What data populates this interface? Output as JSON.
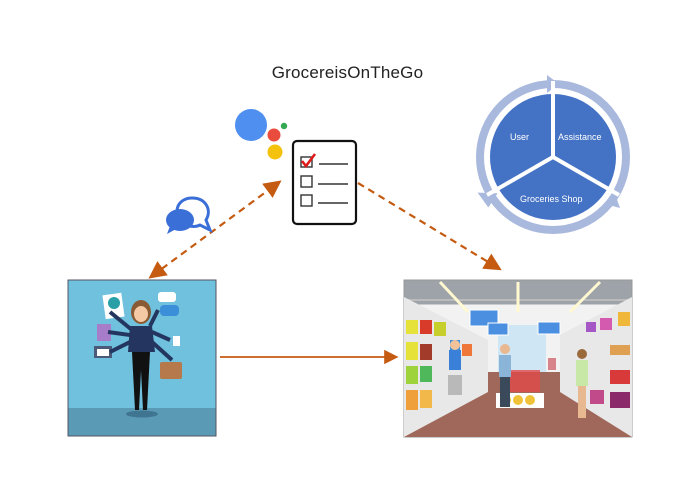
{
  "title": "GrocereisOnTheGo",
  "cycle": {
    "segments": [
      {
        "label": "User"
      },
      {
        "label": "Assistance"
      },
      {
        "label": "Groceries Shop"
      }
    ],
    "colors": {
      "fill": "#4472c4",
      "ring": "#a9b9de"
    }
  },
  "icons": {
    "assistant": "google-assistant-dots-icon",
    "checklist": "checklist-icon",
    "chat": "chat-bubbles-icon"
  },
  "images": {
    "user": "multitasking-woman-illustration",
    "shop": "supermarket-aisle-illustration"
  },
  "arrows": {
    "color": "#c55a11"
  }
}
